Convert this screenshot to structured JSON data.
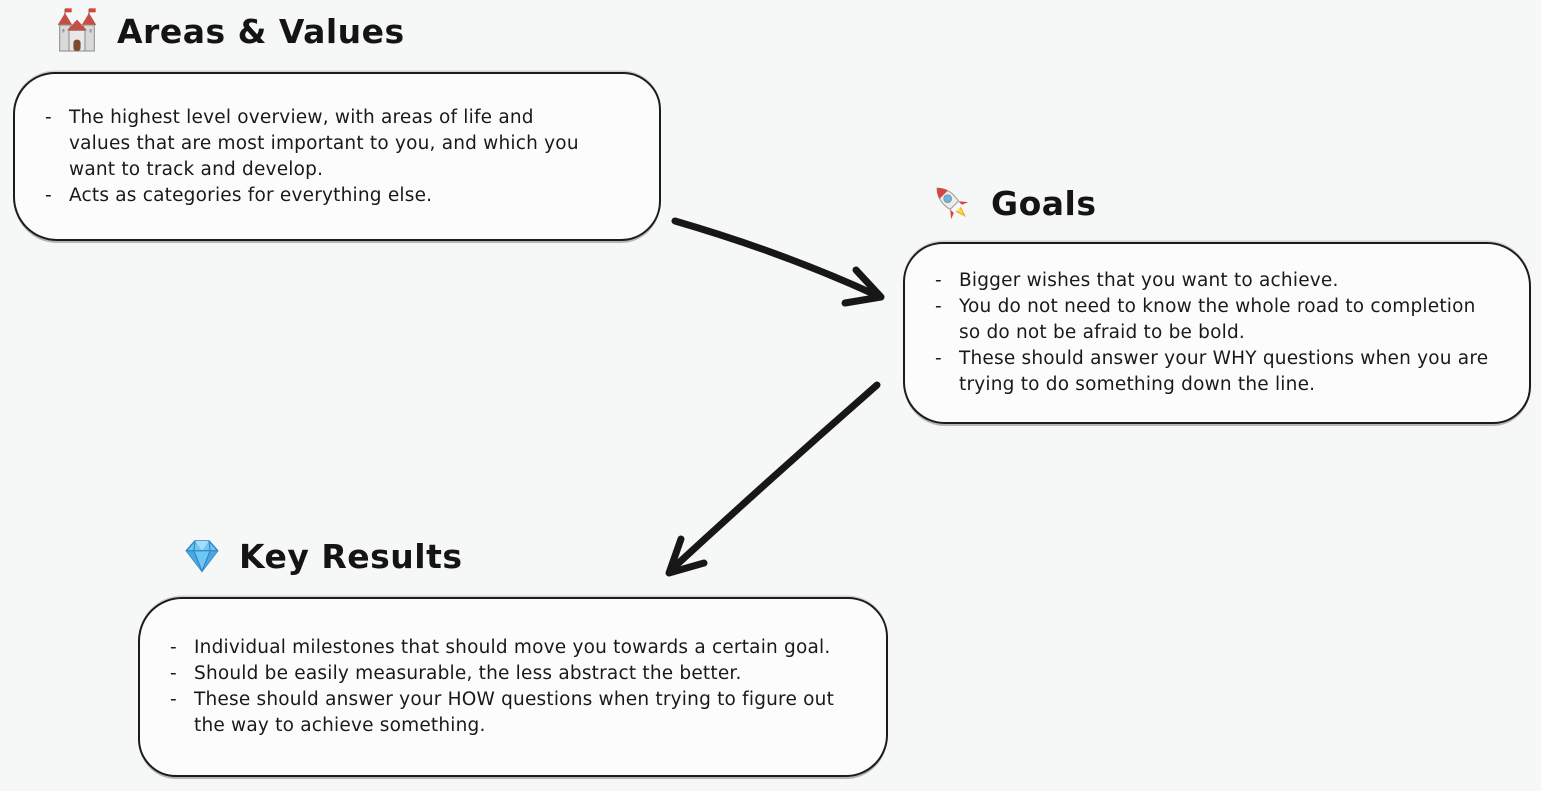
{
  "canvas": {
    "background": "#f6f7f7",
    "ink": "#1b1b1b",
    "bullet_marker": "-"
  },
  "nodes": [
    {
      "id": "areas-values",
      "icon": "castle-icon",
      "emoji": "🏰",
      "title": "Areas & Values",
      "bullets": [
        {
          "lines": [
            "The highest level overview, with areas of life and",
            "values that are most important to you, and which you",
            "want to track and develop."
          ]
        },
        {
          "lines": [
            "Acts as categories for everything else."
          ]
        }
      ]
    },
    {
      "id": "goals",
      "icon": "rocket-icon",
      "emoji": "🚀",
      "title": "Goals",
      "bullets": [
        {
          "lines": [
            "Bigger wishes that you want to achieve."
          ]
        },
        {
          "lines": [
            "You do not need to know the whole road to completion",
            "so do not be afraid to be bold."
          ]
        },
        {
          "lines": [
            "These should answer your WHY questions when you are",
            "trying to do something down the line."
          ]
        }
      ]
    },
    {
      "id": "key-results",
      "icon": "diamond-icon",
      "emoji": "💎",
      "title": "Key Results",
      "bullets": [
        {
          "lines": [
            "Individual milestones that should move you towards a certain goal."
          ]
        },
        {
          "lines": [
            "Should be easily measurable, the less abstract the better."
          ]
        },
        {
          "lines": [
            "These should answer your HOW questions when trying to figure out",
            "the way to achieve something."
          ]
        }
      ]
    }
  ],
  "arrows": [
    {
      "id": "areas-to-goals",
      "from": "areas-values",
      "to": "goals"
    },
    {
      "id": "goals-to-key-results",
      "from": "goals",
      "to": "key-results"
    }
  ]
}
